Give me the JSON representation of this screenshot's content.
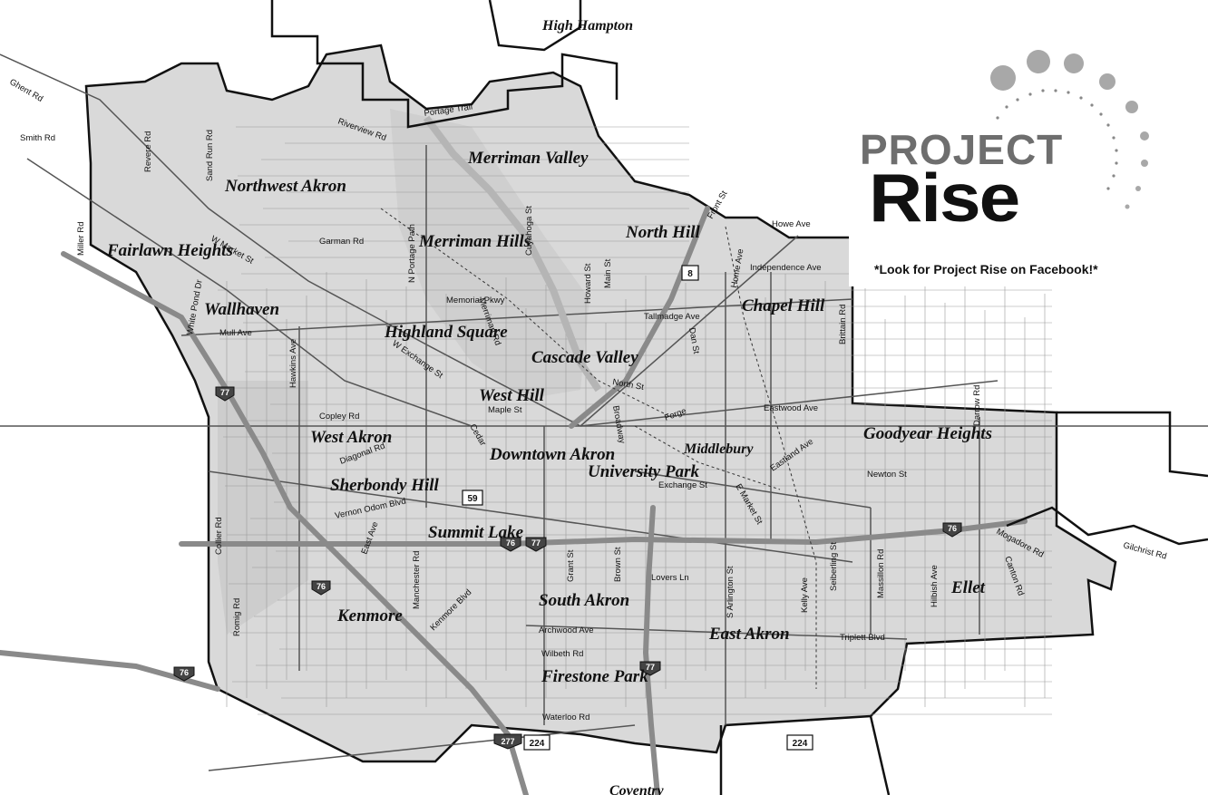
{
  "map": {
    "neighborhoods": [
      {
        "id": "high-hampton",
        "label": "High Hampton"
      },
      {
        "id": "merriman-valley",
        "label": "Merriman Valley"
      },
      {
        "id": "northwest-akron",
        "label": "Northwest Akron"
      },
      {
        "id": "north-hill",
        "label": "North Hill"
      },
      {
        "id": "merriman-hills",
        "label": "Merriman Hills"
      },
      {
        "id": "fairlawn-heights",
        "label": "Fairlawn Heights"
      },
      {
        "id": "chapel-hill",
        "label": "Chapel Hill"
      },
      {
        "id": "wallhaven",
        "label": "Wallhaven"
      },
      {
        "id": "highland-square",
        "label": "Highland Square"
      },
      {
        "id": "cascade-valley",
        "label": "Cascade Valley"
      },
      {
        "id": "west-hill",
        "label": "West Hill"
      },
      {
        "id": "goodyear-heights",
        "label": "Goodyear Heights"
      },
      {
        "id": "west-akron",
        "label": "West Akron"
      },
      {
        "id": "middlebury",
        "label": "Middlebury"
      },
      {
        "id": "downtown-akron",
        "label": "Downtown Akron"
      },
      {
        "id": "university-park",
        "label": "University Park"
      },
      {
        "id": "sherbondy-hill",
        "label": "Sherbondy Hill"
      },
      {
        "id": "summit-lake",
        "label": "Summit Lake"
      },
      {
        "id": "ellet",
        "label": "Ellet"
      },
      {
        "id": "south-akron",
        "label": "South Akron"
      },
      {
        "id": "kenmore",
        "label": "Kenmore"
      },
      {
        "id": "east-akron",
        "label": "East Akron"
      },
      {
        "id": "firestone-park",
        "label": "Firestone Park"
      },
      {
        "id": "coventry",
        "label": "Coventry"
      }
    ],
    "roads": [
      "Ghent Rd",
      "Smith Rd",
      "Revere Rd",
      "Sand Run Rd",
      "Riverview Rd",
      "Portage Trail",
      "Miller Rd",
      "W Market St",
      "Garman Rd",
      "N Portage Path",
      "Cuyahoga St",
      "Howard St",
      "Main St",
      "Front St",
      "Howe Ave",
      "Independence Ave",
      "Home Ave",
      "Memorial Pkwy",
      "White Pond Dr",
      "Mull Ave",
      "Tallmadge Ave",
      "Merriman Rd",
      "W Exchange St",
      "Hawkins Ave",
      "Dan St",
      "North St",
      "Brittain Rd",
      "Copley Rd",
      "Maple St",
      "Cedar",
      "Broadway",
      "Forge",
      "Eastwood Ave",
      "Darrow Rd",
      "Diagonal Rd",
      "Eastland Ave",
      "Newton St",
      "Exchange St",
      "E Market St",
      "Vernon Odom Blvd",
      "Collier Rd",
      "East Ave",
      "Mogadore Rd",
      "Gilchrist Rd",
      "Grant St",
      "Brown St",
      "S Arlington St",
      "Seiberling St",
      "Massillon Rd",
      "Manchester Rd",
      "Lovers Ln",
      "Kelly Ave",
      "Hilbish Ave",
      "Canton Rd",
      "Kenmore Blvd",
      "Romig Rd",
      "Archwood Ave",
      "Wilbeth Rd",
      "Triplett Blvd",
      "Waterloo Rd"
    ],
    "shields": [
      "8",
      "59",
      "76",
      "77",
      "224",
      "277"
    ]
  },
  "branding": {
    "word1": "PROJECT",
    "word2": "Rise",
    "facebook_note": "*Look for Project Rise on Facebook!*"
  }
}
